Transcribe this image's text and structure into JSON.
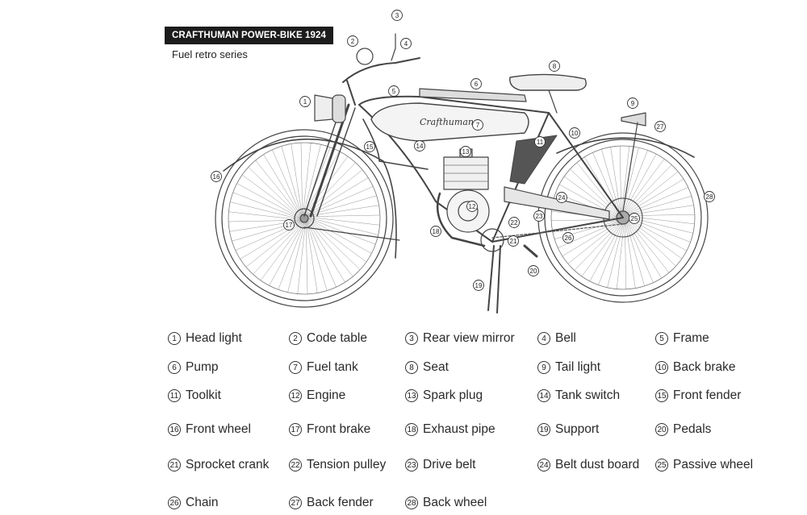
{
  "header": {
    "title": "CRAFTHUMAN POWER-BIKE 1924",
    "subtitle": "Fuel retro series",
    "tank_logo": "Crafthuman"
  },
  "parts": [
    {
      "num": "1",
      "label": "Head light"
    },
    {
      "num": "2",
      "label": "Code table"
    },
    {
      "num": "3",
      "label": "Rear view mirror"
    },
    {
      "num": "4",
      "label": "Bell"
    },
    {
      "num": "5",
      "label": "Frame"
    },
    {
      "num": "6",
      "label": "Pump"
    },
    {
      "num": "7",
      "label": "Fuel tank"
    },
    {
      "num": "8",
      "label": "Seat"
    },
    {
      "num": "9",
      "label": "Tail light"
    },
    {
      "num": "10",
      "label": "Back brake"
    },
    {
      "num": "11",
      "label": "Toolkit"
    },
    {
      "num": "12",
      "label": "Engine"
    },
    {
      "num": "13",
      "label": "Spark plug"
    },
    {
      "num": "14",
      "label": "Tank switch"
    },
    {
      "num": "15",
      "label": "Front fender"
    },
    {
      "num": "16",
      "label": "Front wheel"
    },
    {
      "num": "17",
      "label": "Front brake"
    },
    {
      "num": "18",
      "label": "Exhaust pipe"
    },
    {
      "num": "19",
      "label": "Support"
    },
    {
      "num": "20",
      "label": "Pedals"
    },
    {
      "num": "21",
      "label": "Sprocket crank"
    },
    {
      "num": "22",
      "label": "Tension pulley"
    },
    {
      "num": "23",
      "label": "Drive belt"
    },
    {
      "num": "24",
      "label": "Belt dust board"
    },
    {
      "num": "25",
      "label": "Passive wheel"
    },
    {
      "num": "26",
      "label": "Chain"
    },
    {
      "num": "27",
      "label": "Back fender"
    },
    {
      "num": "28",
      "label": "Back wheel"
    }
  ]
}
